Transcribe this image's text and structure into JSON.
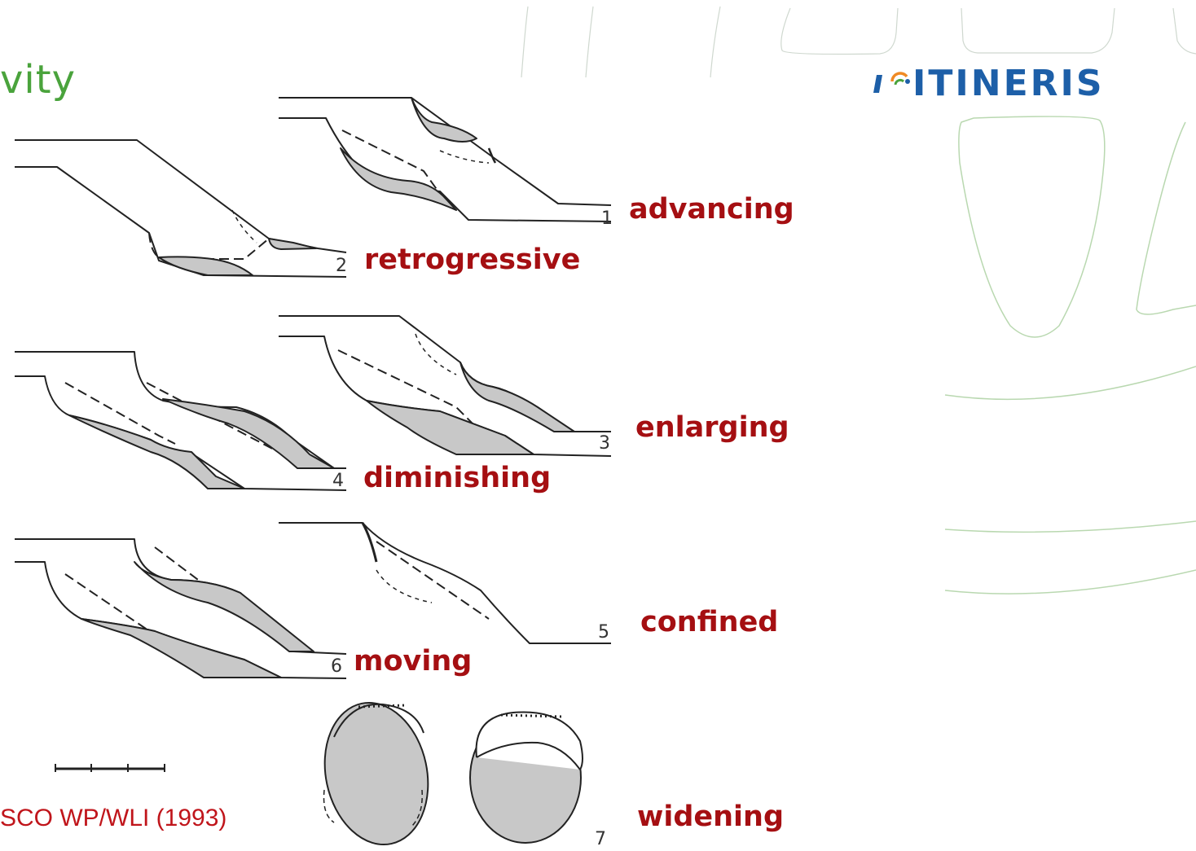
{
  "slide": {
    "title_fragment": "vity",
    "logo_text": "ITINERIS"
  },
  "labels": {
    "advancing": "advancing",
    "retrogressive": "retrogressive",
    "enlarging": "enlarging",
    "diminishing": "diminishing",
    "confined": "confined",
    "moving": "moving",
    "widening": "widening"
  },
  "panel_numbers": [
    "1",
    "2",
    "3",
    "4",
    "5",
    "6",
    "7"
  ],
  "source": "SCO WP/WLI (1993)",
  "colors": {
    "title_green": "#4aa33c",
    "label_red": "#a50f12",
    "citation_red": "#c0151b",
    "logo_blue": "#1d5fa8",
    "shading": "#c8c8c8",
    "decor_line": "#b9d8b0"
  }
}
